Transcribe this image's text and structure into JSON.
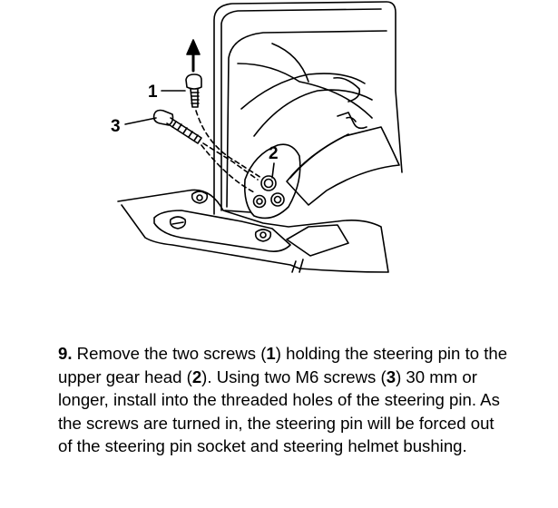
{
  "figure": {
    "callouts": {
      "one": "1",
      "two": "2",
      "three": "3"
    },
    "icon": "steering-pin-removal-illustration"
  },
  "instruction": {
    "step_number": "9.",
    "text_1": " Remove the two screws (",
    "ref_1": "1",
    "text_2": ") holding the steering pin to the upper gear head (",
    "ref_2": "2",
    "text_3": "). Using two M6 screws (",
    "ref_3": "3",
    "text_4": ") 30 mm or longer, install into the threaded holes of the steering pin. As the screws are turned in, the steering pin will be forced out of the steering pin socket and steering helmet bushing."
  }
}
